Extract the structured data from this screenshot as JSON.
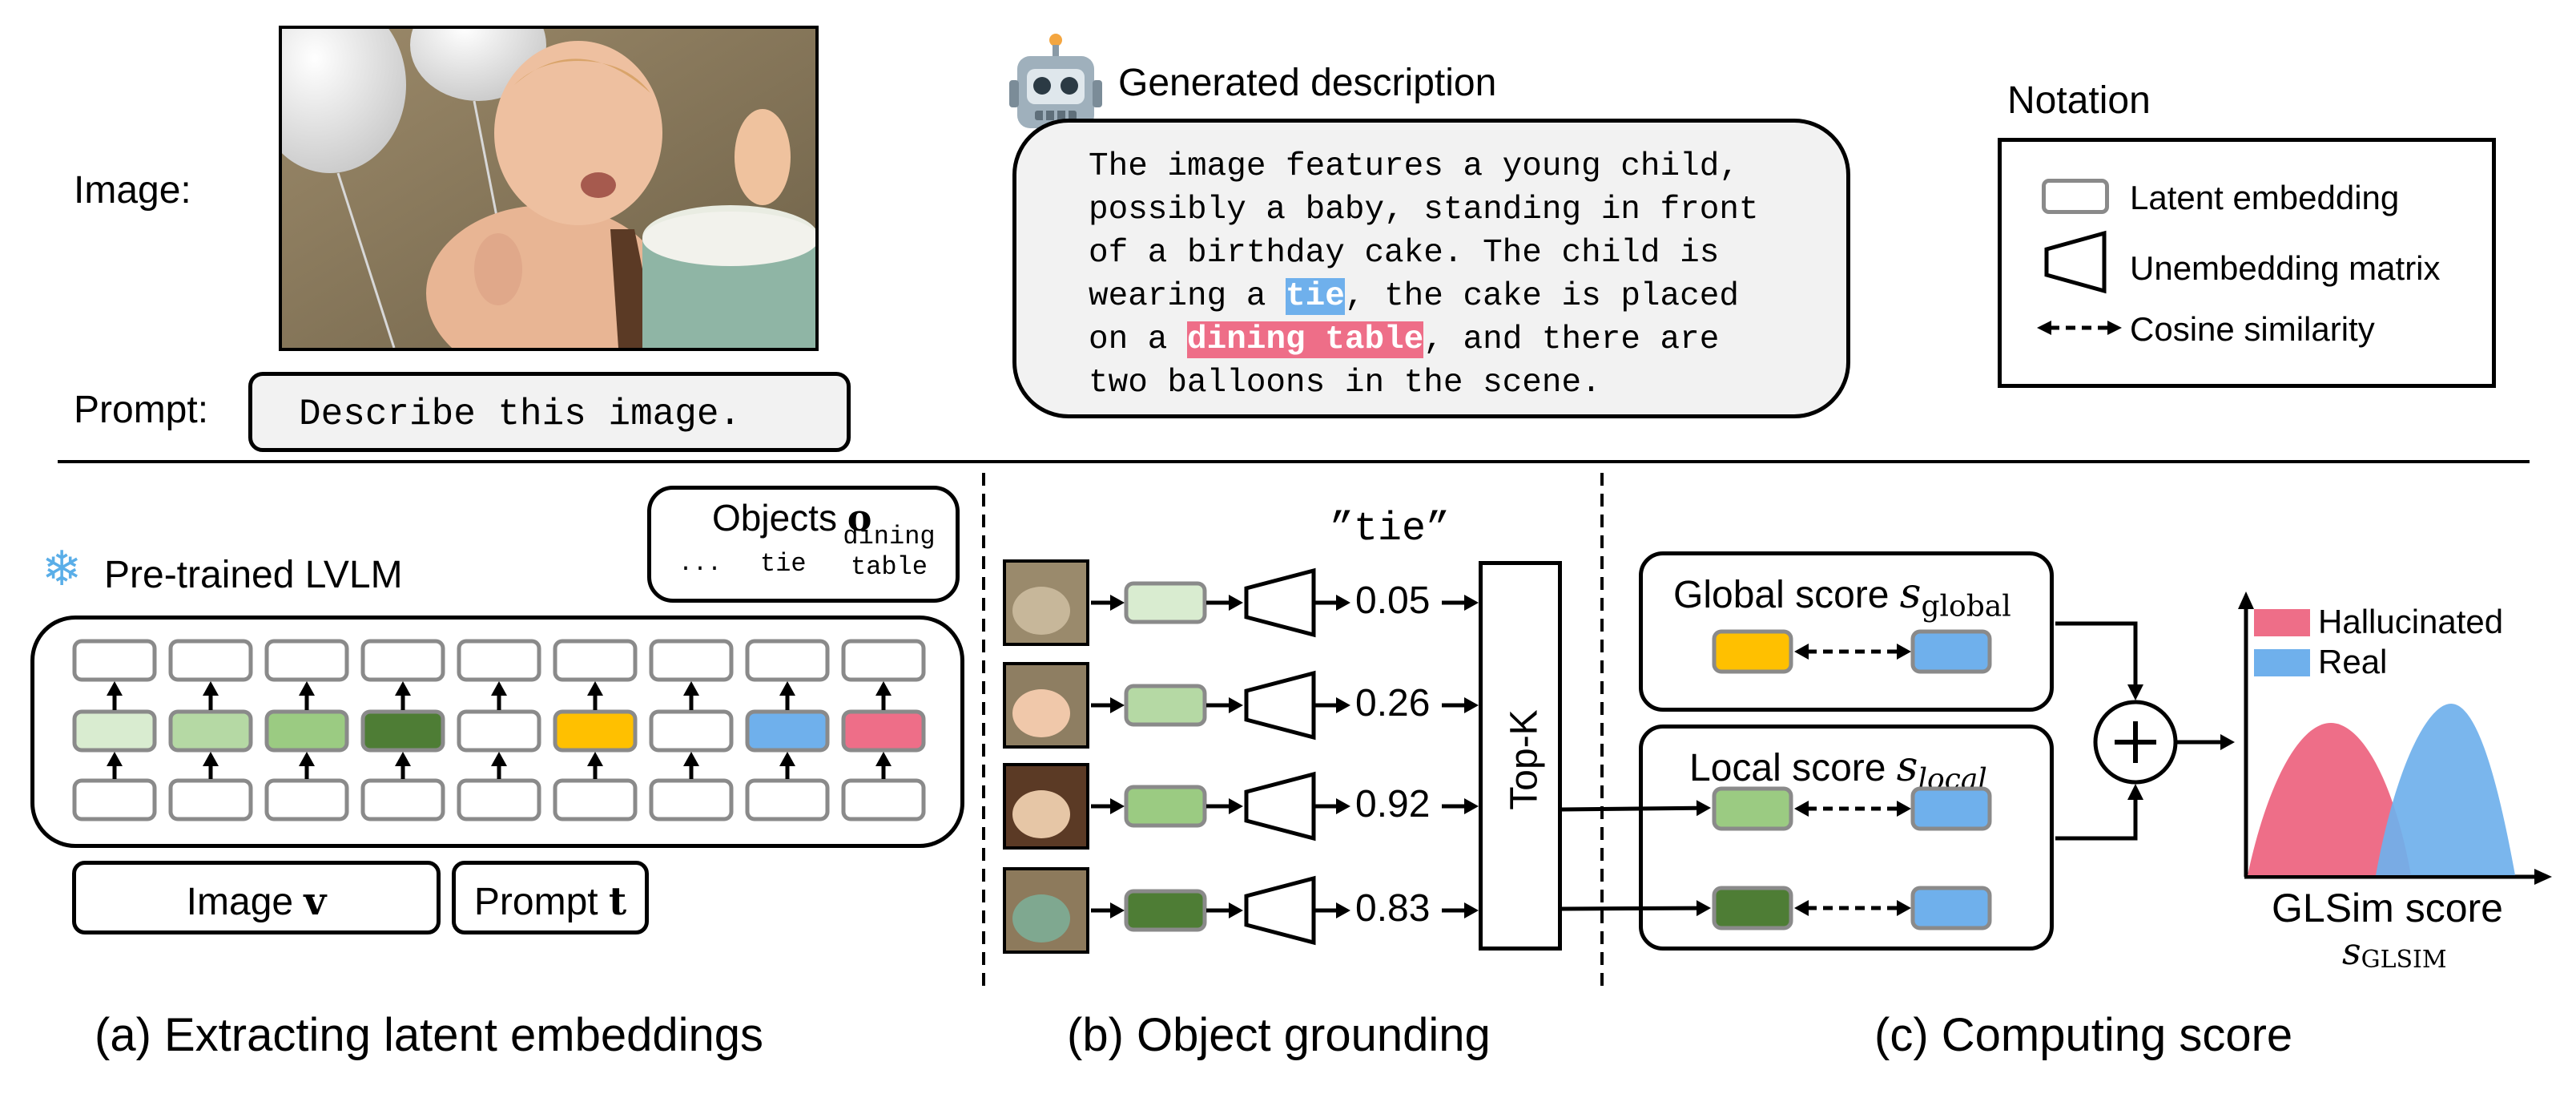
{
  "top": {
    "image_label": "Image:",
    "prompt_label": "Prompt:",
    "prompt_text": "Describe this image.",
    "generated_title": "Generated description",
    "description": {
      "line1": "The image features a young child,",
      "line2": "possibly a baby, standing in front",
      "line3": "of a birthday cake. The child is",
      "line4_a": "wearing a ",
      "line4_hl": "tie",
      "line4_b": ", the cake is placed",
      "line5_a": "on a ",
      "line5_hl": "dining table",
      "line5_b": ", and there are",
      "line6": "two balloons in the scene."
    }
  },
  "notation": {
    "title": "Notation",
    "latent": "Latent embedding",
    "unembed": "Unembedding matrix",
    "cosine": "Cosine similarity"
  },
  "panel_a": {
    "model_label": "Pre-trained LVLM",
    "objects_title": "Objects ",
    "objects_symbol": "o",
    "objects": [
      "...",
      "tie",
      "dining",
      "table"
    ],
    "image_label": "Image ",
    "image_symbol": "v",
    "prompt_label": "Prompt ",
    "prompt_symbol": "t",
    "caption": "(a) Extracting latent embeddings"
  },
  "panel_b": {
    "token": "”tie”",
    "scores": [
      "0.05",
      "0.26",
      "0.92",
      "0.83"
    ],
    "topk_label": "Top-K",
    "caption": "(b) Object grounding"
  },
  "panel_c": {
    "global_label": "Global score ",
    "global_symbol": "s",
    "global_sub": "global",
    "local_label": "Local score ",
    "local_symbol": "s",
    "local_sub": "local",
    "legend": [
      "Hallucinated",
      "Real"
    ],
    "score_label": "GLSim score",
    "score_symbol": "s",
    "score_sub": "GLSIM",
    "plus": "+",
    "caption": "(c) Computing score"
  },
  "colors": {
    "light_green": "#d9ecd0",
    "mid_green": "#b5d9a4",
    "green": "#9bcb82",
    "dark_green": "#4e7d35",
    "yellow": "#ffc000",
    "blue": "#6fb0ec",
    "pink": "#ee6e88",
    "grey": "#8a8a8a"
  }
}
